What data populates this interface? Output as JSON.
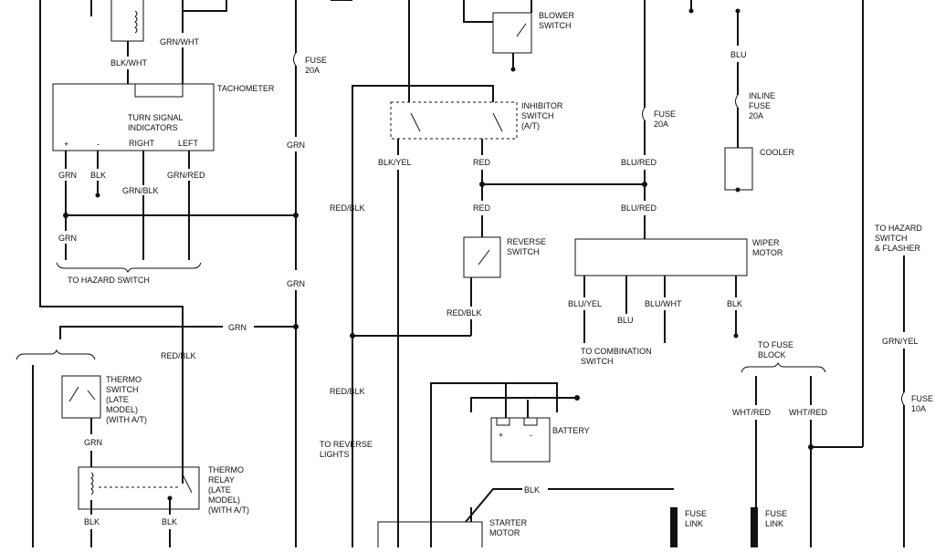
{
  "labels": {
    "blower_switch": "BLOWER\nSWITCH",
    "fuse_20a_top": "FUSE\n20A",
    "grn_wht": "GRN/WHT",
    "blk_wht": "BLK/WHT",
    "tachometer": "TACHOMETER",
    "turn_signal": "TURN SIGNAL\nINDICATORS",
    "plus": "+",
    "minus": "-",
    "right": "RIGHT",
    "left": "LEFT",
    "grn_a": "GRN",
    "blk_a": "BLK",
    "grn_blk": "GRN/BLK",
    "grn_red": "GRN/RED",
    "grn_b": "GRN",
    "to_hazard_switch": "TO HAZARD SWITCH",
    "grn_mid1": "GRN",
    "grn_mid2": "GRN",
    "grn_horiz": "GRN",
    "inhibitor": "INHIBITOR\nSWITCH\n(A/T)",
    "blk_yel": "BLK/YEL",
    "red_a": "RED",
    "red_b": "RED",
    "red_blk_a": "RED/BLK",
    "red_blk_b": "RED/BLK",
    "red_blk_c": "RED/BLK",
    "red_blk_d": "RED/BLK",
    "reverse_switch": "REVERSE\nSWITCH",
    "to_reverse_lights": "TO REVERSE\nLIGHTS",
    "fuse_20a_mid": "FUSE\n20A",
    "blu_red_a": "BLU/RED",
    "blu_red_b": "BLU/RED",
    "wiper_motor": "WIPER\nMOTOR",
    "blu_yel": "BLU/YEL",
    "blu": "BLU",
    "blu_wht": "BLU/WHT",
    "blk_wiper": "BLK",
    "to_combination": "TO COMBINATION\nSWITCH",
    "blu_top": "BLU",
    "inline_fuse": "INLINE\nFUSE\n20A",
    "cooler": "COOLER",
    "to_hazard_flasher": "TO HAZARD\nSWITCH\n& FLASHER",
    "grn_yel": "GRN/YEL",
    "fuse_10a": "FUSE\n10A",
    "to_fuse_block": "TO FUSE\nBLOCK",
    "wht_red_a": "WHT/RED",
    "wht_red_b": "WHT/RED",
    "thermo_switch": "THERMO\nSWITCH\n(LATE\nMODEL)\n(WITH A/T)",
    "grn_thermo": "GRN",
    "thermo_relay": "THERMO\nRELAY\n(LATE\nMODEL)\n(WITH A/T)",
    "blk_c": "BLK",
    "blk_d": "BLK",
    "battery": "BATTERY",
    "batt_plus": "+",
    "batt_minus": "-",
    "blk_starter": "BLK",
    "starter_motor": "STARTER\nMOTOR",
    "fuse_link_a": "FUSE\nLINK",
    "fuse_link_b": "FUSE\nLINK"
  }
}
